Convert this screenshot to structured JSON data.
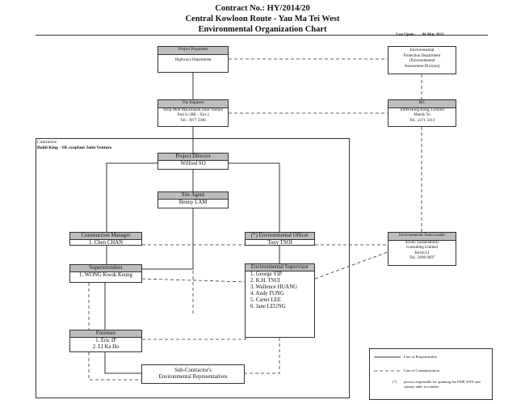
{
  "header": {
    "contract": "Contract No.: HY/2014/20",
    "route": "Central Kowloon Route - Yau Ma Tei West",
    "chart_title": "Environmental Organization Chart",
    "last_update_label": "Last Upate:",
    "last_update_date": "06 May 2023"
  },
  "proponent": {
    "title": "Project Proponent",
    "lines": [
      "Highways Department"
    ]
  },
  "epd": {
    "lines": [
      "Environmental",
      "Protection Department",
      "(Environmental",
      "Assessment Division)"
    ]
  },
  "engineer": {
    "title": "The Engineer",
    "lines": [
      "Arup-Mott MacDonald Joint Venture",
      "Jimi Li (RE – Env.)",
      "Tel.: 3977 2300"
    ]
  },
  "iec": {
    "title": "IEC",
    "lines": [
      "ERM-Hong Kong, Limited",
      "Mandy To",
      "Tel.: 2271 3313"
    ]
  },
  "contractor": {
    "label": "Contractor:",
    "name": "Build King - SK ecoplant Joint Venture"
  },
  "project_director": {
    "title": "Project Director",
    "name": "Wilfred SO"
  },
  "site_agent": {
    "title": "Site Agent",
    "name": "Benny LAM"
  },
  "construction_manager": {
    "title": "Construction Manager",
    "lines": [
      "1. Chen CHAN"
    ]
  },
  "env_officer": {
    "title": "(*) Environmental Officer",
    "name": "Tony TSOI"
  },
  "superintendent": {
    "title": "Superintendent",
    "lines": [
      "1. WONG Kwok Keung"
    ]
  },
  "env_supervisor": {
    "title": "Environmental Supervisor",
    "lines": [
      "1. George YIP",
      "2. K.H. TSUI",
      "3. Wallence HUANG",
      "4. Andy FUNG",
      "5. Carter LEE",
      "6. Jane LEUNG"
    ]
  },
  "etl": {
    "title": "Environmental Team Leader",
    "lines": [
      "Acuity Sustainability",
      "Consulting Limited",
      "Kevin LI",
      "Tel.: 2698 6097"
    ]
  },
  "foreman": {
    "title": "Foreman",
    "lines": [
      "1. Eric IP",
      "2. LI Ka Ho"
    ]
  },
  "subcontractor": {
    "lines": [
      "Sub-Contractor's",
      "Environmental Representatives"
    ]
  },
  "legend": {
    "responsibility": "Line of Responsibility",
    "communication": "Line of Communication",
    "star_mark": "(*)",
    "star_text": "person responsible for updating the EMP, WFT and sumary table for timber"
  }
}
